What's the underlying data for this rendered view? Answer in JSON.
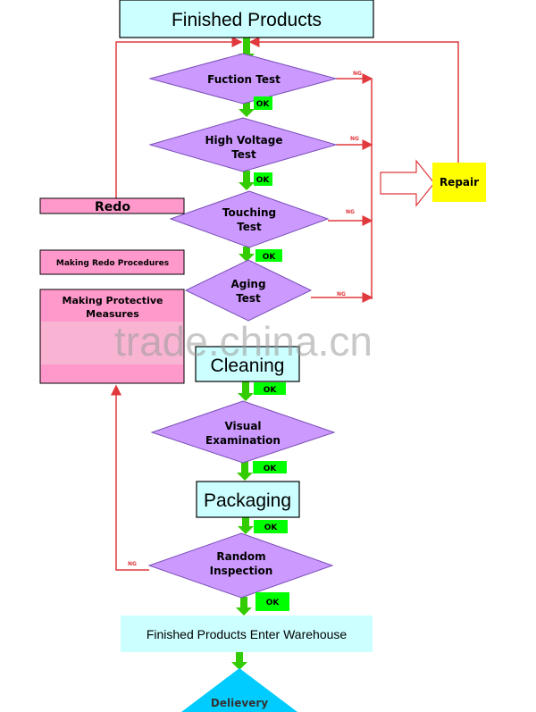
{
  "title": "Finished Products",
  "tests": {
    "function": "Fuction Test",
    "high_voltage": [
      "High Voltage",
      "Test"
    ],
    "touching": [
      "Touching",
      "Test"
    ],
    "aging": [
      "Aging",
      "Test"
    ],
    "visual": [
      "Visual",
      "Examination"
    ],
    "random": [
      "Random",
      "Inspection"
    ]
  },
  "steps": {
    "cleaning": "Cleaning",
    "packaging": "Packaging",
    "warehouse": "Finished Products Enter Warehouse",
    "delivery": "Delievery"
  },
  "repair": "Repair",
  "redo": "Redo",
  "redo_procedures": "Making Redo Procedures",
  "protective_measures": [
    "Making Protective",
    "Measures"
  ],
  "ok_label": "OK",
  "ng_label": "NG",
  "watermark": "trade.china.cn",
  "colors": {
    "diamond": "#cc99ff",
    "cyan_box": "#ccffff",
    "pink_box": "#ff99cc",
    "repair_box": "#ffff00",
    "ok_badge": "#00ff00",
    "flow_arrow": "#33cc00",
    "ng_line": "#e0383c"
  }
}
